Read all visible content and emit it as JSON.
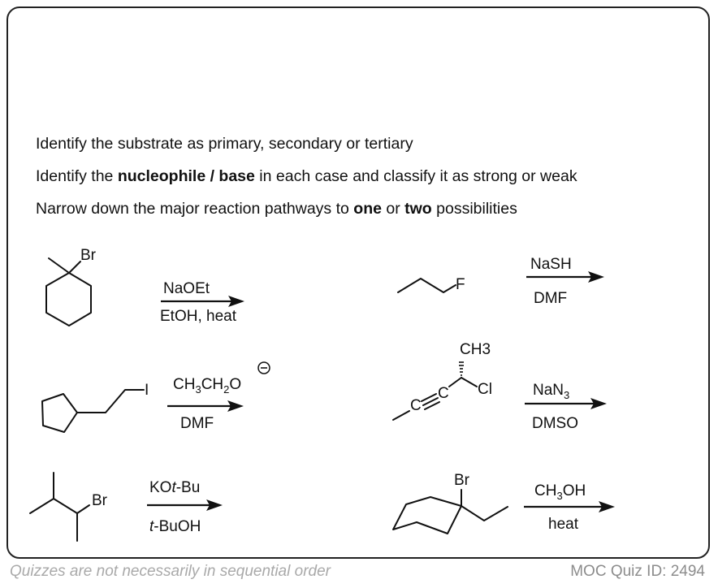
{
  "instructions": {
    "line1": "Identify the substrate as primary, secondary or tertiary",
    "line2_pre": "Identify the ",
    "line2_bold": "nucleophile / base",
    "line2_post": " in each case and classify it as strong or weak",
    "line3_pre": "Narrow down the major reaction pathways to ",
    "line3_bold1": "one",
    "line3_mid": " or ",
    "line3_bold2": "two",
    "line3_post": " possibilities"
  },
  "reactions": [
    {
      "substrate_label": "Br",
      "reagent_top": "NaOEt",
      "reagent_bottom": "EtOH, heat"
    },
    {
      "substrate_label": "F",
      "reagent_top": "NaSH",
      "reagent_bottom": "DMF"
    },
    {
      "substrate_label": "I",
      "reagent_top": "CH3CH2O",
      "reagent_charge": "−",
      "reagent_bottom": "DMF"
    },
    {
      "substrate_labels": [
        "CH3",
        "Cl",
        "C",
        "C"
      ],
      "reagent_top": "NaN3",
      "reagent_bottom": "DMSO"
    },
    {
      "substrate_label": "Br",
      "reagent_top_pre": "KO",
      "reagent_top_italic": "t",
      "reagent_top_post": "-Bu",
      "reagent_bottom_italic": "t",
      "reagent_bottom_post": "-BuOH"
    },
    {
      "substrate_label": "Br",
      "reagent_top": "CH3OH",
      "reagent_bottom": "heat"
    }
  ],
  "footer": {
    "left": "Quizzes are not necessarily in sequential order",
    "right": "MOC Quiz ID: 2494"
  }
}
